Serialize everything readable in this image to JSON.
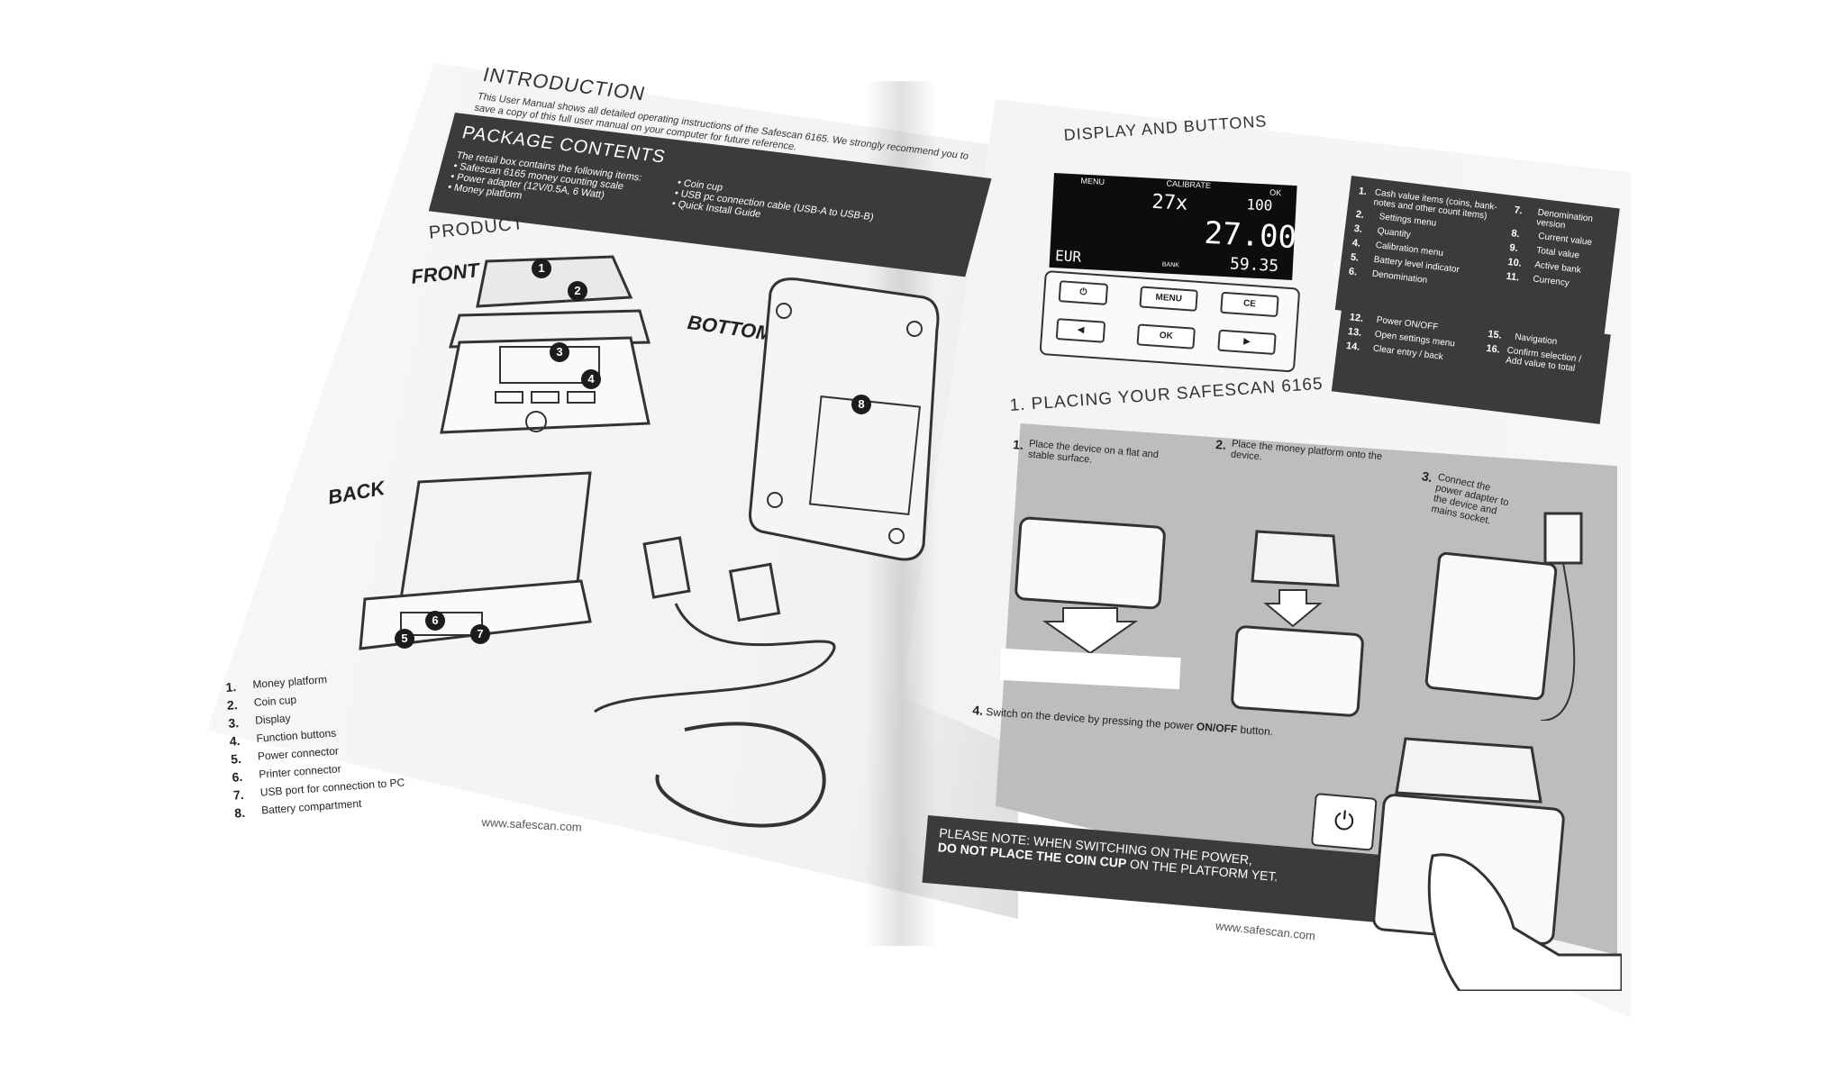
{
  "left": {
    "intro_title": "INTRODUCTION",
    "intro_text": "This User Manual shows all detailed operating instructions of the Safescan 6165. We strongly recommend you to save a copy of this full user manual on your computer for future reference.",
    "package_title": "PACKAGE CONTENTS",
    "package_intro": "The retail box contains the following items:",
    "package_items": [
      "• Safescan 6165 money counting scale",
      "• Power adapter (12V/0.5A, 6 Watt)",
      "• Money platform"
    ],
    "package_items2": [
      "• Coin cup",
      "• USB pc connection cable (USB-A to USB-B)",
      "• Quick Install Guide"
    ],
    "product_title": "PRODUCT",
    "front_label": "FRONT",
    "bottom_label": "BOTTOM",
    "back_label": "BACK",
    "parts": [
      {
        "num": "1.",
        "label": "Money platform"
      },
      {
        "num": "2.",
        "label": "Coin cup"
      },
      {
        "num": "3.",
        "label": "Display"
      },
      {
        "num": "4.",
        "label": "Function buttons"
      },
      {
        "num": "5.",
        "label": "Power connector"
      },
      {
        "num": "6.",
        "label": "Printer connector"
      },
      {
        "num": "7.",
        "label": "USB port for connection to PC"
      },
      {
        "num": "8.",
        "label": "Battery compartment"
      }
    ],
    "badges": [
      "1",
      "2",
      "3",
      "4",
      "5",
      "6",
      "7",
      "8"
    ],
    "url": "www.safescan.com"
  },
  "right": {
    "display_title": "DISPLAY AND BUTTONS",
    "lcd_menu": "MENU",
    "lcd_calibrate": "CALIBRATE",
    "lcd_ok": "OK",
    "lcd_qty": "27x",
    "lcd_pct": "100",
    "lcd_value": "27.00",
    "lcd_total": "59.35",
    "lcd_currency": "EUR",
    "lcd_bank": "BANK",
    "btn_power": "⏻",
    "btn_menu": "MENU",
    "btn_ce": "CE",
    "btn_left": "◀",
    "btn_ok": "OK",
    "btn_right": "▶",
    "legend1": [
      {
        "num": "1.",
        "label": "Cash value items (coins, bank-notes and other count items)"
      },
      {
        "num": "2.",
        "label": "Settings menu"
      },
      {
        "num": "3.",
        "label": "Quantity"
      },
      {
        "num": "4.",
        "label": "Calibration menu"
      },
      {
        "num": "5.",
        "label": "Battery level indicator"
      },
      {
        "num": "6.",
        "label": "Denomination"
      }
    ],
    "legend1b": [
      {
        "num": "7.",
        "label": "Denomination version"
      },
      {
        "num": "8.",
        "label": "Current value"
      },
      {
        "num": "9.",
        "label": "Total value"
      },
      {
        "num": "10.",
        "label": "Active bank"
      },
      {
        "num": "11.",
        "label": "Currency"
      }
    ],
    "legend2": [
      {
        "num": "12.",
        "label": "Power ON/OFF"
      },
      {
        "num": "13.",
        "label": "Open settings menu"
      },
      {
        "num": "14.",
        "label": "Clear entry / back"
      }
    ],
    "legend2b": [
      {
        "num": "15.",
        "label": "Navigation"
      },
      {
        "num": "16.",
        "label": "Confirm selection / Add value to total"
      }
    ],
    "placing_title": "1. PLACING YOUR SAFESCAN 6165",
    "step1_num": "1.",
    "step1_text": "Place the device on a flat and stable surface.",
    "step2_num": "2.",
    "step2_text": "Place the money platform onto the device.",
    "step3_num": "3.",
    "step3_text": "Connect the power adapter to the device and mains socket.",
    "step4_num": "4.",
    "step4_text_a": "Switch on the device by pressing  the power",
    "step4_text_b": "ON/OFF",
    "step4_text_c": "button.",
    "note_a": "PLEASE NOTE: WHEN SWITCHING ON THE POWER,",
    "note_b": "DO NOT PLACE THE COIN CUP",
    "note_c": "ON THE PLATFORM YET.",
    "url": "www.safescan.com"
  }
}
